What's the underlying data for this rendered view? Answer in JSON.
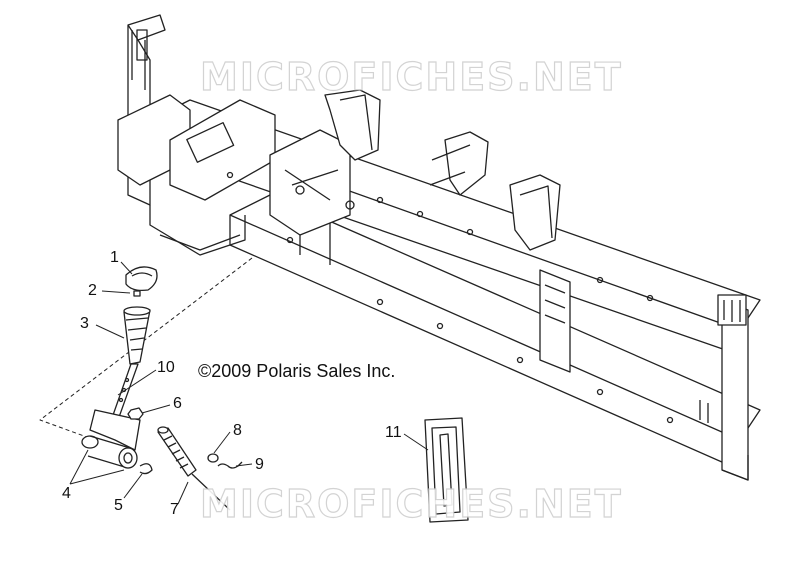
{
  "watermark": "MICROFICHES.NET",
  "copyright": "©2009 Polaris Sales Inc.",
  "callouts": [
    "1",
    "2",
    "3",
    "10",
    "6",
    "8",
    "9",
    "11",
    "4",
    "5",
    "7"
  ]
}
